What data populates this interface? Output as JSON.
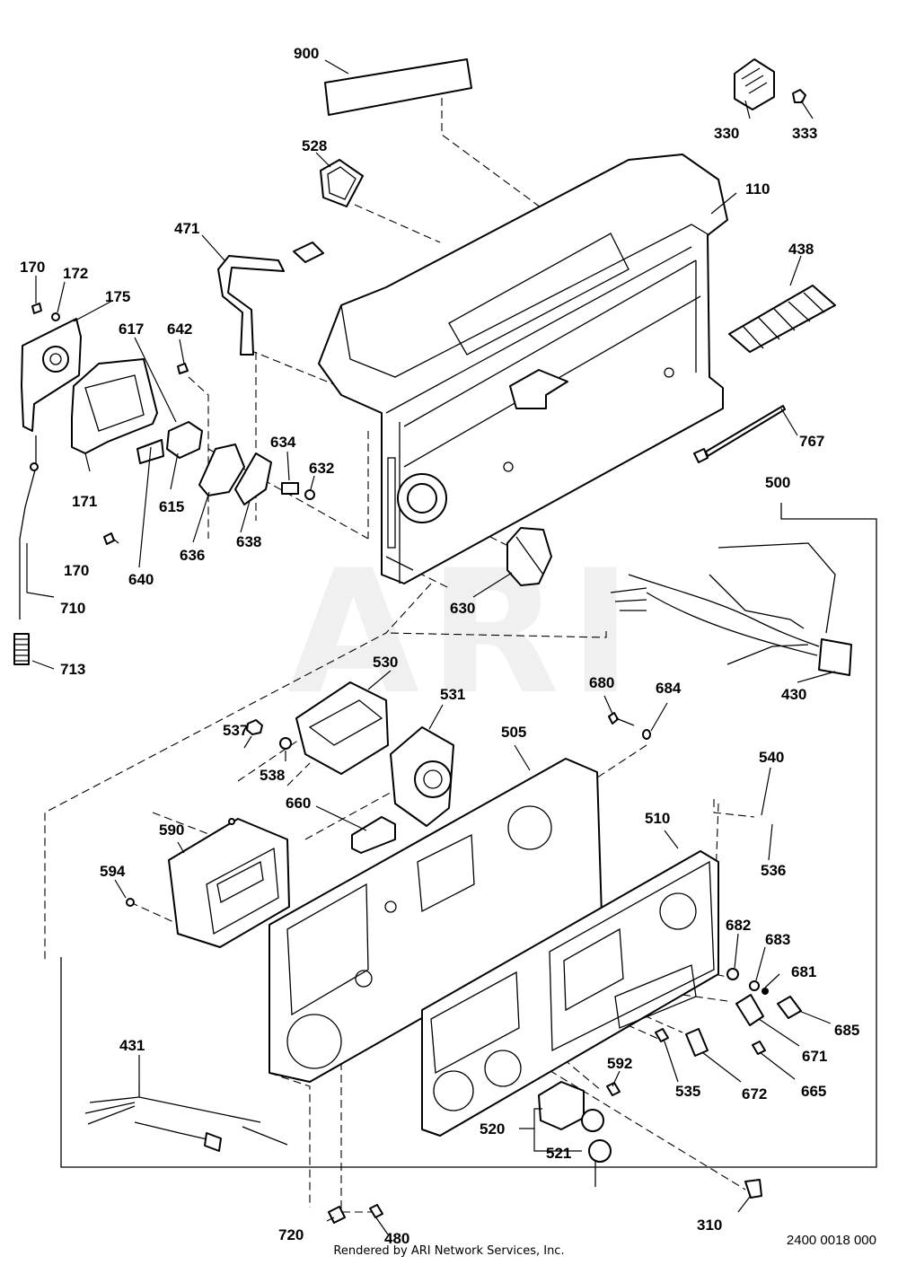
{
  "watermark": "ARI",
  "diagram_id": "2400 0018 000",
  "credit": "Rendered by ARI Network Services, Inc.",
  "callouts": {
    "p900": "900",
    "p330": "330",
    "p333": "333",
    "p528": "528",
    "p110": "110",
    "p471": "471",
    "p438": "438",
    "p170a": "170",
    "p172": "172",
    "p175": "175",
    "p617": "617",
    "p642": "642",
    "p634": "634",
    "p632": "632",
    "p767": "767",
    "p171": "171",
    "p615": "615",
    "p636": "636",
    "p638": "638",
    "p500": "500",
    "p170b": "170",
    "p640": "640",
    "p630": "630",
    "p710": "710",
    "p713": "713",
    "p530": "530",
    "p430": "430",
    "p531": "531",
    "p680": "680",
    "p684": "684",
    "p537": "537",
    "p538": "538",
    "p505": "505",
    "p540": "540",
    "p660": "660",
    "p590": "590",
    "p510": "510",
    "p536": "536",
    "p594": "594",
    "p682": "682",
    "p683": "683",
    "p681": "681",
    "p685": "685",
    "p671": "671",
    "p431": "431",
    "p592": "592",
    "p535": "535",
    "p672": "672",
    "p665": "665",
    "p520": "520",
    "p521": "521",
    "p720": "720",
    "p480": "480",
    "p310": "310"
  }
}
